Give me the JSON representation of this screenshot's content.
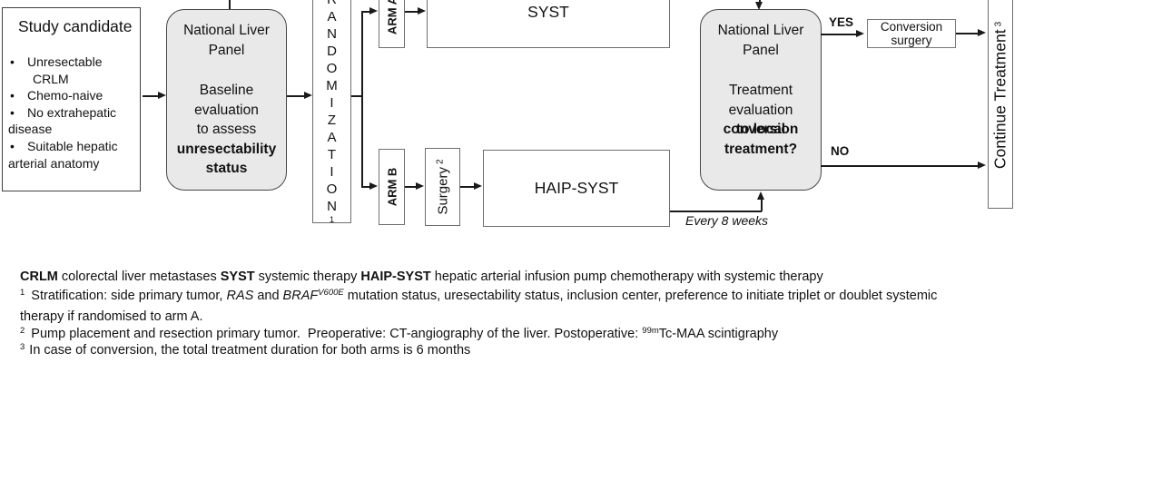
{
  "diagram": {
    "study_candidate": {
      "title": "Study candidate",
      "bullet_char": "•",
      "items": [
        {
          "line1": "Unresectable",
          "line2": "CRLM"
        },
        {
          "line1": "Chemo-naive"
        },
        {
          "line1": "No extrahepatic",
          "line2": "disease"
        },
        {
          "line1": "Suitable hepatic",
          "line2": "arterial anatomy"
        }
      ]
    },
    "panel1": {
      "title1": "National Liver",
      "title2": "Panel",
      "line1": "Baseline",
      "line2": "evaluation",
      "line3": "to assess",
      "bold1": "unresectability",
      "bold2": "status"
    },
    "randomization": {
      "word": "RANDOMIZATION",
      "sup": "1"
    },
    "arm_a": {
      "label": "ARM A"
    },
    "arm_b": {
      "label": "ARM B"
    },
    "syst": {
      "label": "SYST"
    },
    "surgery": {
      "label": "Surgery",
      "sup": "2"
    },
    "haip_syst": {
      "label": "HAIP-SYST"
    },
    "panel2": {
      "title1": "National Liver",
      "title2": "Panel",
      "line1": "Treatment",
      "line2": "evaluation",
      "bold1": "conversion",
      "bold2": "to local",
      "bold3": "treatment?"
    },
    "yes_label": "YES",
    "no_label": "NO",
    "conversion_surgery": {
      "line1": "Conversion",
      "line2": "surgery"
    },
    "continue_treatment": {
      "label": "Continue Treatment",
      "sup": "3"
    },
    "every_8_weeks": "Every 8 weeks"
  },
  "legend": {
    "abbr": [
      {
        "term": "CRLM",
        "def": "colorectal liver metastases"
      },
      {
        "term": "SYST",
        "def": "systemic therapy"
      },
      {
        "term": "HAIP-SYST",
        "def": "hepatic arterial infusion pump chemotherapy with systemic therapy"
      }
    ]
  },
  "footnotes": {
    "fn1": {
      "sup": "1",
      "seg1": "Stratification: side primary tumor, ",
      "italic1": "RAS",
      "seg2": " and ",
      "italic2": "BRAF",
      "italic2_sup": "V600E",
      "seg3": " mutation status, uresectability status, inclusion center, preference to initiate triplet or doublet systemic",
      "line2": "therapy if randomised to arm A."
    },
    "fn2": {
      "sup": "2",
      "seg1": "Pump placement and resection primary tumor.  Preoperative: CT-angiography of the liver. Postoperative: ",
      "isotope_sup": "99m",
      "seg2": "Tc-MAA scintigraphy"
    },
    "fn3": {
      "sup": "3",
      "text": "In case of conversion, the total treatment duration for both arms is 6 months"
    }
  },
  "colors": {
    "panel_fill": "#e9e9e9",
    "line": "#1a1a1a"
  }
}
